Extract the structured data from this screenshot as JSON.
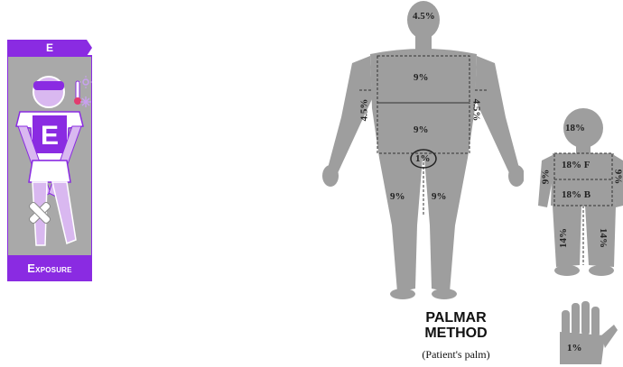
{
  "exposure_card": {
    "title": "E",
    "shirt_letter": "E",
    "footer_initial": "E",
    "footer_rest": "XPOSURE",
    "colors": {
      "purple": "#8a2be2",
      "light_purple": "#d9b8f0",
      "panel_grey": "#a9a9a9"
    },
    "icons": [
      "thermometer-icon",
      "sun-icon",
      "snowflake-icon",
      "bandage-icon"
    ]
  },
  "adult_figure": {
    "head": "4.5%",
    "chest": "9%",
    "abdomen": "9%",
    "left_arm": "4.5%",
    "right_arm": "4.5%",
    "perineum": "1%",
    "left_leg": "9%",
    "right_leg": "9%"
  },
  "child_figure": {
    "head": "18%",
    "front_trunk": "18% F",
    "back_trunk": "18% B",
    "left_arm": "9%",
    "right_arm": "9%",
    "left_leg": "14%",
    "right_leg": "14%"
  },
  "palmar": {
    "title_line1": "PALMAR",
    "title_line2": "METHOD",
    "subtitle": "(Patient's palm)",
    "hand_value": "1%"
  },
  "colors": {
    "figure_grey": "#9e9e9e",
    "line": "#333333"
  }
}
